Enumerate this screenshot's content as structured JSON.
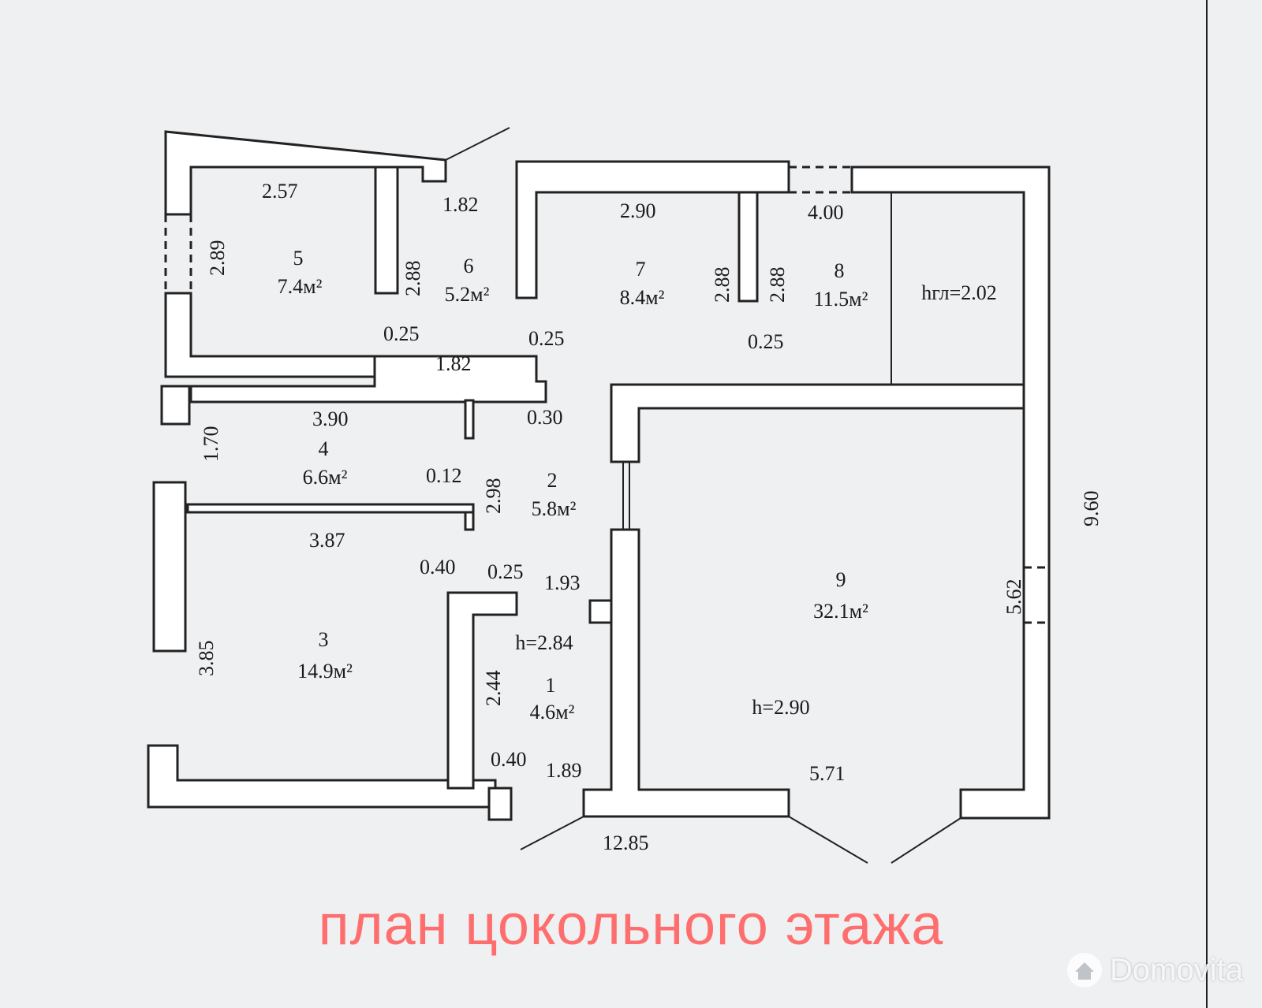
{
  "caption": "план цокольного этажа",
  "watermark": "Domovita",
  "accent_color": "#ff6e6e",
  "rooms": [
    {
      "number": "1",
      "area": "4.6м²"
    },
    {
      "number": "2",
      "area": "5.8м²"
    },
    {
      "number": "3",
      "area": "14.9м²"
    },
    {
      "number": "4",
      "area": "6.6м²"
    },
    {
      "number": "5",
      "area": "7.4м²"
    },
    {
      "number": "6",
      "area": "5.2м²"
    },
    {
      "number": "7",
      "area": "8.4м²"
    },
    {
      "number": "8",
      "area": "11.5м²"
    },
    {
      "number": "9",
      "area": "32.1м²"
    }
  ],
  "heights": {
    "room_9": "h=2.90",
    "room_1": "h=2.84",
    "pit": "hгл=2.02"
  },
  "dimensions": {
    "d257": "2.57",
    "d182_top": "1.82",
    "d290": "2.90",
    "d400": "4.00",
    "d289": "2.89",
    "d288_a": "2.88",
    "d288_b": "2.88",
    "d288_c": "2.88",
    "d025_a": "0.25",
    "d182_mid": "1.82",
    "d025_b": "0.25",
    "d025_c": "0.25",
    "d390": "3.90",
    "d030": "0.30",
    "d170": "1.70",
    "d012": "0.12",
    "d298": "2.98",
    "d387": "3.87",
    "d040_a": "0.40",
    "d025_d": "0.25",
    "d193": "1.93",
    "d385": "3.85",
    "d244": "2.44",
    "d040_b": "0.40",
    "d189": "1.89",
    "d1285": "12.85",
    "d571": "5.71",
    "d562": "5.62",
    "d960": "9.60"
  }
}
